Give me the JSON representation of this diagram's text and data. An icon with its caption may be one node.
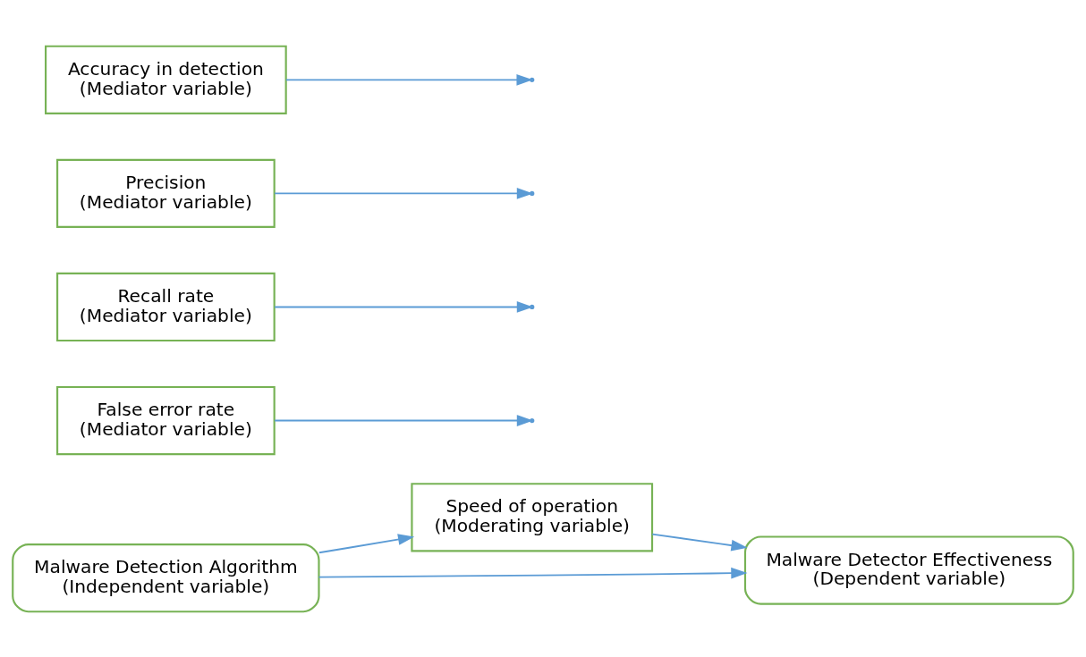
{
  "diagram": {
    "nodes": [
      {
        "text": [
          "Speed of operation",
          "(Moderating variable)"
        ]
      },
      {
        "text": [
          "False error rate",
          "(Mediator variable)"
        ]
      },
      {
        "text": [
          "Recall rate",
          "(Mediator variable)"
        ]
      },
      {
        "text": [
          "Malware Detection Algorithm",
          "(Independent variable)"
        ]
      },
      {
        "text": [
          "Malware Detector Effectiveness",
          "(Dependent variable)"
        ]
      },
      {
        "text": [
          "Precision",
          "(Mediator variable)"
        ]
      },
      {
        "text": [
          "Accuracy in detection",
          "(Mediator variable)"
        ]
      }
    ],
    "edges": [
      {
        "from": 3,
        "to": 0,
        "arrow": "to"
      },
      {
        "from": 0,
        "to": 4,
        "arrow": "to"
      },
      {
        "from": 3,
        "to": 4,
        "arrow": "to"
      },
      {
        "from": 1,
        "to": null,
        "arrow": "to"
      },
      {
        "from": 2,
        "to": null,
        "arrow": "to"
      },
      {
        "from": 5,
        "to": null,
        "arrow": "to"
      },
      {
        "from": 6,
        "to": null,
        "arrow": "to"
      }
    ]
  }
}
